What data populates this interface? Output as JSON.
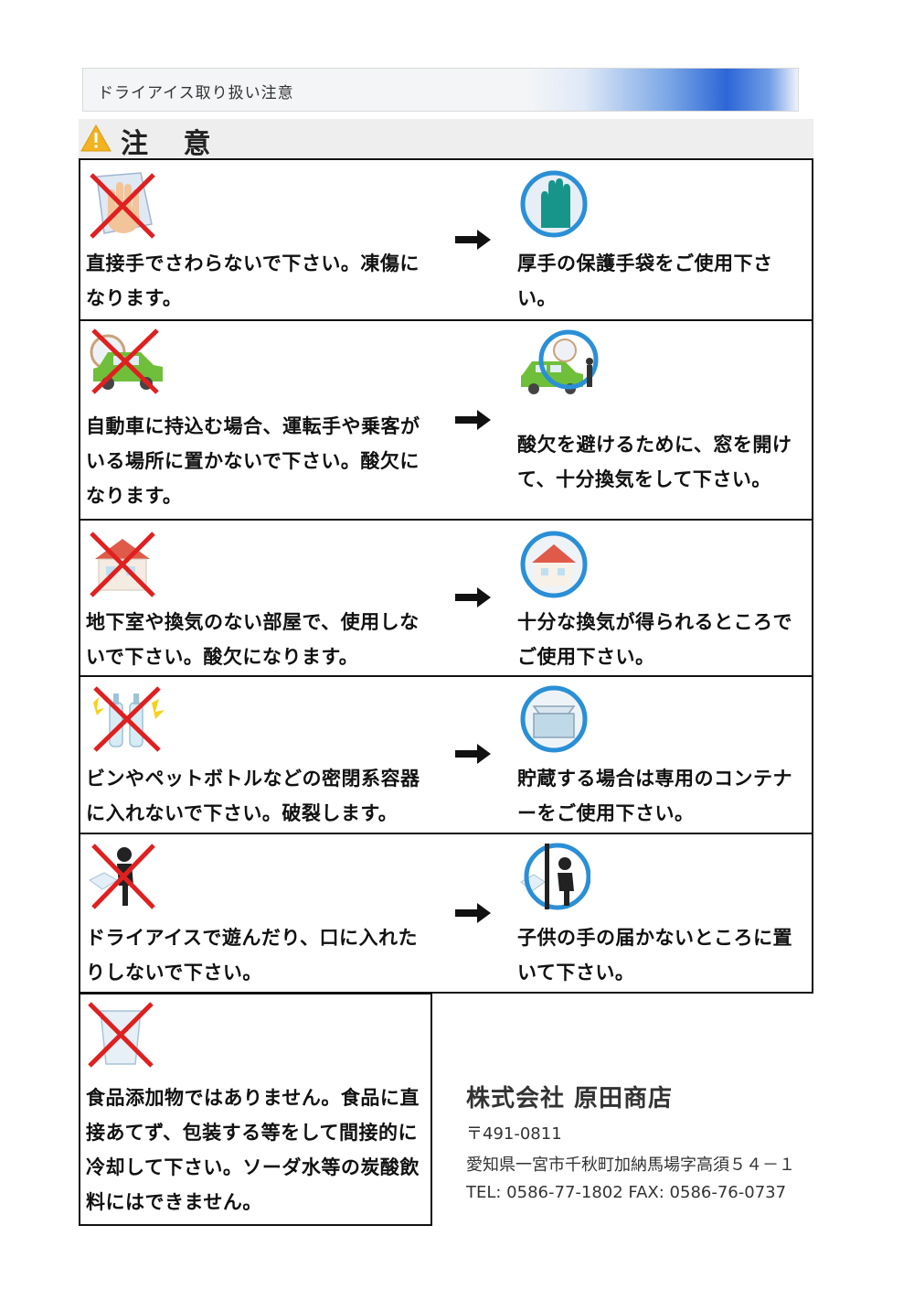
{
  "header": {
    "title": "ドライアイス取り扱い注意"
  },
  "caution": {
    "label": "注 意"
  },
  "rows": [
    {
      "left_text": "直接手でさわらないで下さい。凍傷になります。",
      "right_text": "厚手の保護手袋をご使用下さい。"
    },
    {
      "left_text": "自動車に持込む場合、運転手や乗客がいる場所に置かないで下さい。酸欠になります。",
      "right_text": "酸欠を避けるために、窓を開けて、十分換気をして下さい。"
    },
    {
      "left_text": "地下室や換気のない部屋で、使用しないで下さい。酸欠になります。",
      "right_text": "十分な換気が得られるところでご使用下さい。"
    },
    {
      "left_text": "ビンやペットボトルなどの密閉系容器に入れないで下さい。破裂します。",
      "right_text": "貯蔵する場合は専用のコンテナーをご使用下さい。"
    },
    {
      "left_text": "ドライアイスで遊んだり、口に入れたりしないで下さい。",
      "right_text": "子供の手の届かないところに置いて下さい。"
    }
  ],
  "last": {
    "text": "食品添加物ではありません。食品に直接あてず、包装する等をして間接的に冷却して下さい。ソーダ水等の炭酸飲料にはできません。"
  },
  "company": {
    "name": "株式会社 原田商店",
    "postal": "〒491-0811",
    "address": "愛知県一宮市千秋町加納馬場字高須５４－１",
    "contact": "TEL: 0586-77-1802  FAX: 0586-76-0737"
  },
  "colors": {
    "prohibit_red": "#e02020",
    "ok_blue": "#2a8fd6",
    "accent_blue": "#2d66d6"
  },
  "icons": [
    "warning-icon",
    "no-hand-icon",
    "glove-icon",
    "no-car-icon",
    "car-ventilation-icon",
    "no-house-icon",
    "house-ventilation-icon",
    "no-bottle-icon",
    "container-icon",
    "no-child-icon",
    "child-out-of-reach-icon",
    "no-cup-icon",
    "arrow-right-icon"
  ]
}
